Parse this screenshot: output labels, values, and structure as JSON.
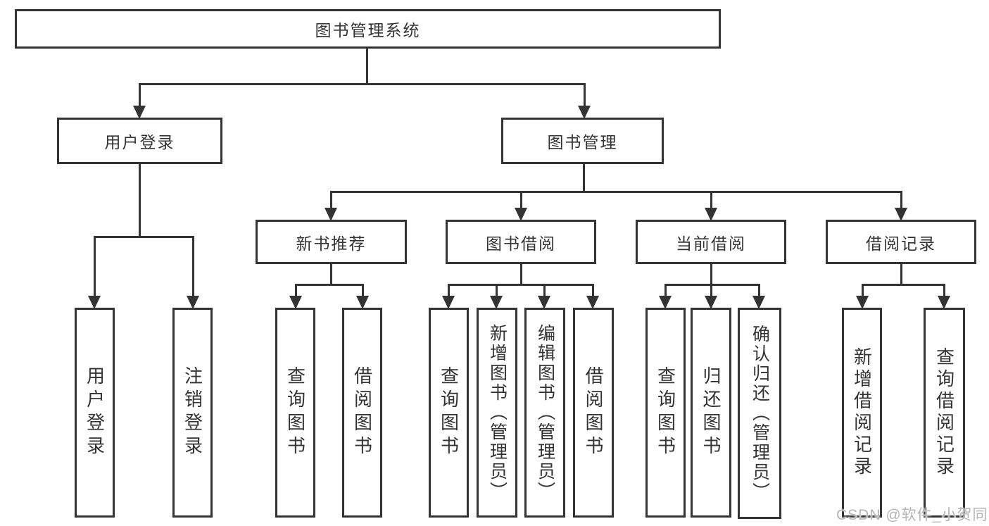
{
  "tree": {
    "root": {
      "label": "图书管理系统",
      "children": [
        {
          "label": "用户登录",
          "children": [
            {
              "label": "用户登录"
            },
            {
              "label": "注销登录"
            }
          ]
        },
        {
          "label": "图书管理",
          "children": [
            {
              "label": "新书推荐",
              "children": [
                {
                  "label": "查询图书"
                },
                {
                  "label": "借阅图书"
                }
              ]
            },
            {
              "label": "图书借阅",
              "children": [
                {
                  "label": "查询图书"
                },
                {
                  "label": "新增图书（管理员）"
                },
                {
                  "label": "编辑图书（管理员）"
                },
                {
                  "label": "借阅图书"
                }
              ]
            },
            {
              "label": "当前借阅",
              "children": [
                {
                  "label": "查询图书"
                },
                {
                  "label": "归还图书"
                },
                {
                  "label": "确认归还（管理员）"
                }
              ]
            },
            {
              "label": "借阅记录",
              "children": [
                {
                  "label": "新增借阅记录"
                },
                {
                  "label": "查询借阅记录"
                }
              ]
            }
          ]
        }
      ]
    }
  },
  "watermark": {
    "text": "CSDN @软件_小贺同学"
  },
  "colors": {
    "line": "#333333",
    "box_background": "#ffffff",
    "watermark": "#b5b5b5"
  }
}
